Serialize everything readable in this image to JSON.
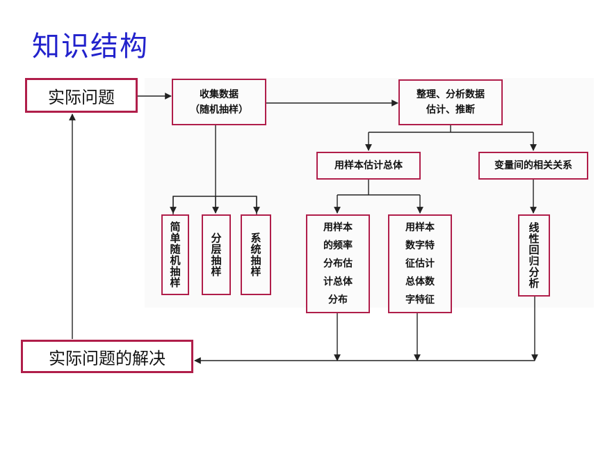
{
  "title": "知识结构",
  "nodes": {
    "actual_problem": "实际问题",
    "solution": "实际问题的解决",
    "collect": "收集数据\n（随机抽样）",
    "analyze": "整理、分析数据\n估计、推断",
    "sample_estimate": "用样本估计总体",
    "correlation": "变量间的相关关系",
    "simple_random": "简单随机抽样",
    "stratified": "分层抽样",
    "systematic": "系统抽样",
    "freq_dist": "用样本\n的频率\n分布估\n计总体\n分布",
    "num_features": "用样本\n数字特\n征估计\n总体数\n字特征",
    "regression": "线性回归分析"
  },
  "colors": {
    "title": "#2222cc",
    "box_border": "#b01e4a",
    "line": "#222222"
  }
}
